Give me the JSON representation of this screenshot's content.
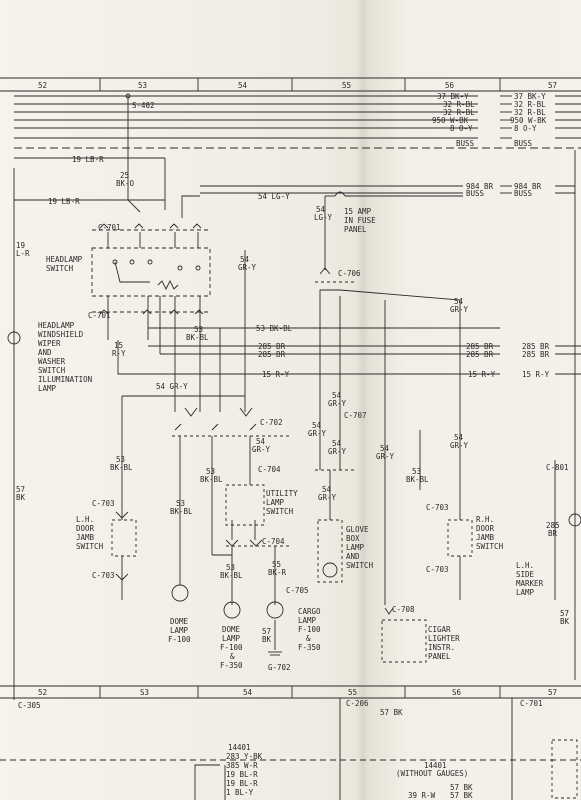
{
  "grid_top": [
    "52",
    "53",
    "54",
    "55",
    "56",
    "57"
  ],
  "grid_bottom": [
    "52",
    "S3",
    "54",
    "55",
    "S6",
    "57"
  ],
  "splice": "S-402",
  "bus": {
    "37": "37 BK-Y",
    "32a": "32 R-BL",
    "32b": "32 R-BL",
    "950": "950 W-BK",
    "8": "8 O-Y",
    "buss": "BUSS"
  },
  "w19a": "19 LB-R",
  "w19b": "19 LB-R",
  "w25": [
    "25",
    "BK-O"
  ],
  "w54top": "54 LG-Y",
  "w984": "984 BR",
  "buss2": "BUSS",
  "fuse": [
    "15 AMP",
    "IN FUSE",
    "PANEL"
  ],
  "left19": [
    "19",
    "L-R"
  ],
  "left57": [
    "57",
    "BK"
  ],
  "headlamp": [
    "HEADLAMP",
    "SWITCH"
  ],
  "c701": "C-701",
  "c701b": "C-701",
  "lamp_note": [
    "HEADLAMP",
    "WINDSHIELD",
    "WIPER",
    "AND",
    "WASHER",
    "SWITCH",
    "ILLUMINATION",
    "LAMP"
  ],
  "w54gy_a": [
    "54",
    "GR-Y"
  ],
  "w54lgy": [
    "54",
    "LG-Y"
  ],
  "c706": "C-706",
  "w53bkbl": [
    "53",
    "BK-BL"
  ],
  "w53bkbl_h": "53 BK-BL",
  "w15ry": [
    "15",
    "R-Y"
  ],
  "w285a": "285 BR",
  "w285b": "285 BR",
  "w15ry_h": "15 R-Y",
  "right_labels": {
    "r285a": "285 BR",
    "r285b": "285 BR",
    "r285c": "285 BR",
    "r285d": "285 BR",
    "r15a": "15 R-Y",
    "r15b": "15 R-Y",
    "r984": "984 BR",
    "rbuss": "BUSS",
    "r37": "37 BK-Y",
    "r32a": "32 R-BL",
    "r32b": "32 R-BL",
    "r950": "950 W-BK",
    "r8": "8 O-Y",
    "rbuss2": "BUSS"
  },
  "w54gy_b": [
    "54",
    "GR-Y"
  ],
  "w54gy_c": "54 GR-Y",
  "c702": "C-702",
  "c707": "C-707",
  "w54gy_d": [
    "54",
    "GR-Y"
  ],
  "w54gy_e": [
    "54",
    "GR-Y"
  ],
  "w54gy_f": [
    "54",
    "GR-Y"
  ],
  "w54gy_g": [
    "54",
    "GR-Y"
  ],
  "w54gy_h": [
    "54",
    "GR-Y"
  ],
  "w54gy_i": [
    "54",
    "GR-Y"
  ],
  "w54gy_j": [
    "54",
    "GR-Y"
  ],
  "w53_left": [
    "53",
    "BK-BL"
  ],
  "w53_mid": [
    "53",
    "BK-BL"
  ],
  "w53_util": [
    "53",
    "BK-BL"
  ],
  "w53_r": [
    "53",
    "BK-BL"
  ],
  "c704": "C-704",
  "c704b": "C-704",
  "c703_l": "C-703",
  "c703_l2": "C-703",
  "c703_r": "C-703",
  "c703_r2": "C-703",
  "c705": "C-705",
  "c708": "C-708",
  "utility": [
    "UTILITY",
    "LAMP",
    "SWITCH"
  ],
  "lh_door": [
    "L.H.",
    "DOOR",
    "JAMB",
    "SWITCH"
  ],
  "rh_door": [
    "R.H.",
    "DOOR",
    "JAMB",
    "SWITCH"
  ],
  "glove": [
    "GLOVE",
    "BOX",
    "LAMP",
    "AND",
    "SWITCH"
  ],
  "dome1": [
    "DOME",
    "LAMP",
    "F-100"
  ],
  "dome2": [
    "DOME",
    "LAMP",
    "F-100",
    "&",
    "F-350"
  ],
  "cargo": [
    "CARGO",
    "LAMP",
    "F-100",
    "&",
    "F-350"
  ],
  "w53_dome": [
    "53",
    "BK-BL"
  ],
  "w55": [
    "55",
    "BK-R"
  ],
  "w57_cargo": [
    "57",
    "BK"
  ],
  "g702": "G-702",
  "cigar": [
    "CIGAR",
    "LIGHTER",
    "INSTR.",
    "PANEL"
  ],
  "c801": "C-801",
  "w285_r": [
    "285",
    "BR"
  ],
  "lh_side": [
    "L.H.",
    "SIDE",
    "MARKER",
    "LAMP"
  ],
  "w57_r": [
    "57",
    "BK"
  ],
  "bottom": {
    "c305": "C-305",
    "c206": "C-206",
    "w57bk": "57 BK",
    "c701": "C-701",
    "n14401": "14401",
    "wires": [
      "283 Y-BK",
      "385 W-R",
      "19 BL-R",
      "19 BL-R",
      "1 BL-Y"
    ],
    "n14401b": "14401",
    "without": "(WITHOUT GAUGES)",
    "w57a": "57 BK",
    "w57b": "57 BK",
    "w39": "39 R-W"
  }
}
